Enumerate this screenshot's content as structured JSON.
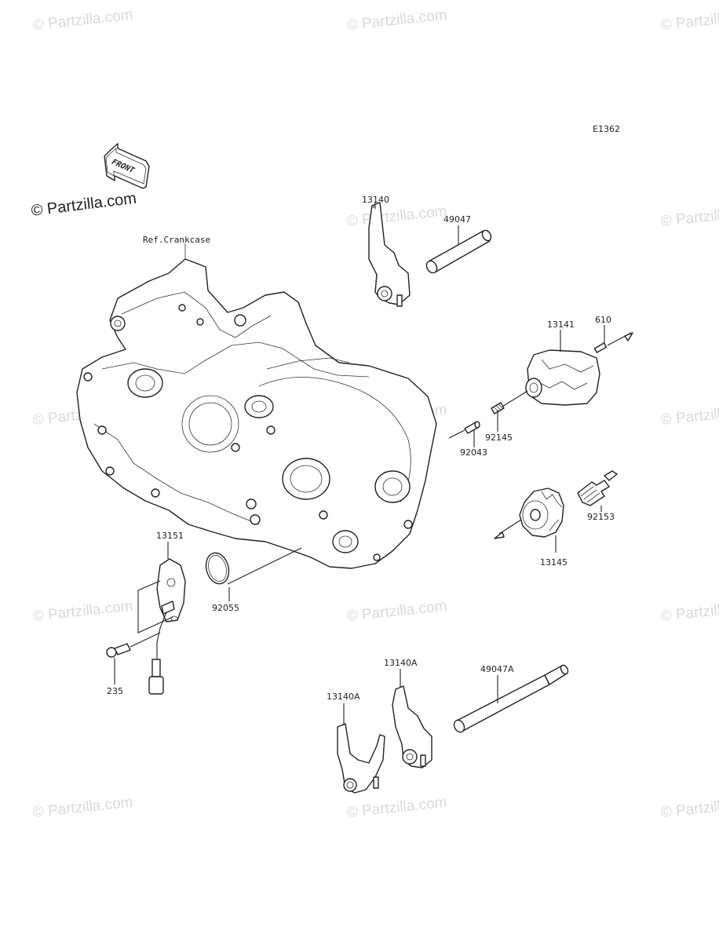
{
  "watermark": "© Partzilla.com",
  "brand": "© Partzilla.com",
  "diagram_code": "E1362",
  "front_label": "FRONT",
  "reference_label": "Ref.Crankcase",
  "parts": {
    "p13140": "13140",
    "p49047": "49047",
    "p13141": "13141",
    "p610": "610",
    "p92145": "92145",
    "p92043": "92043",
    "p92153": "92153",
    "p13145": "13145",
    "p13151": "13151",
    "p92055": "92055",
    "p235": "235",
    "p13140A_top": "13140A",
    "p13140A_left": "13140A",
    "p49047A": "49047A"
  }
}
